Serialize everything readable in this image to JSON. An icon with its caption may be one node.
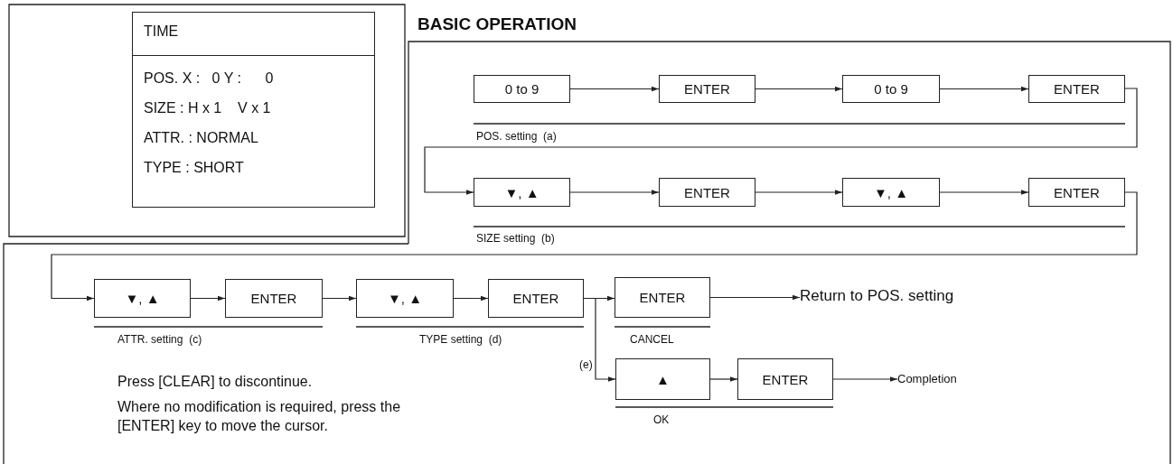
{
  "diagram": {
    "title": "BASIC OPERATION",
    "nodes": [
      {
        "text": [
          "TIME",
          "POS. X :   0 Y :      0",
          "SIZE : H x 1    V x 1",
          "ATTR. : NORMAL",
          "TYPE : SHORT"
        ]
      },
      {
        "text": [
          "0 to 9"
        ]
      },
      {
        "text": [
          "ENTER"
        ]
      },
      {
        "text": [
          "0 to 9"
        ]
      },
      {
        "text": [
          "ENTER"
        ]
      },
      {
        "text": [
          "▼, ▲"
        ]
      },
      {
        "text": [
          "ENTER"
        ]
      },
      {
        "text": [
          "▼, ▲"
        ]
      },
      {
        "text": [
          "ENTER"
        ]
      },
      {
        "text": [
          "▼, ▲"
        ]
      },
      {
        "text": [
          "ENTER"
        ]
      },
      {
        "text": [
          "▼, ▲"
        ]
      },
      {
        "text": [
          "ENTER"
        ]
      },
      {
        "text": [
          "ENTER"
        ]
      },
      {
        "text": [
          "Return to POS. setting"
        ]
      },
      {
        "text": [
          "▲"
        ]
      },
      {
        "text": [
          "ENTER"
        ]
      },
      {
        "text": [
          "Completion"
        ]
      }
    ],
    "edges": [
      {
        "from": 1,
        "to": 2,
        "arrow": "to"
      },
      {
        "from": 2,
        "to": 3,
        "arrow": "to"
      },
      {
        "from": 3,
        "to": 4,
        "arrow": "to"
      },
      {
        "from": 4,
        "to": 5,
        "arrow": "to"
      },
      {
        "from": 5,
        "to": 6,
        "arrow": "to"
      },
      {
        "from": 6,
        "to": 7,
        "arrow": "to"
      },
      {
        "from": 7,
        "to": 8,
        "arrow": "to"
      },
      {
        "from": 8,
        "to": 9,
        "arrow": "to"
      },
      {
        "from": 9,
        "to": 10,
        "arrow": "to"
      },
      {
        "from": 10,
        "to": 11,
        "arrow": "to"
      },
      {
        "from": 11,
        "to": 12,
        "arrow": "to"
      },
      {
        "from": 12,
        "to": 13,
        "arrow": "to"
      },
      {
        "from": 12,
        "to": 15,
        "arrow": "to"
      },
      {
        "from": 13,
        "to": 14,
        "arrow": "to"
      },
      {
        "from": 15,
        "to": 16,
        "arrow": "to"
      },
      {
        "from": 16,
        "to": 17,
        "arrow": "to"
      }
    ],
    "labels": [
      "POS. setting  (a)",
      "SIZE setting  (b)",
      "ATTR. setting  (c)",
      "TYPE setting  (d)",
      "CANCEL",
      "(e)",
      "OK",
      "Press [CLEAR] to discontinue.",
      "Where no modification is required, press the [ENTER] key to move the cursor."
    ]
  }
}
